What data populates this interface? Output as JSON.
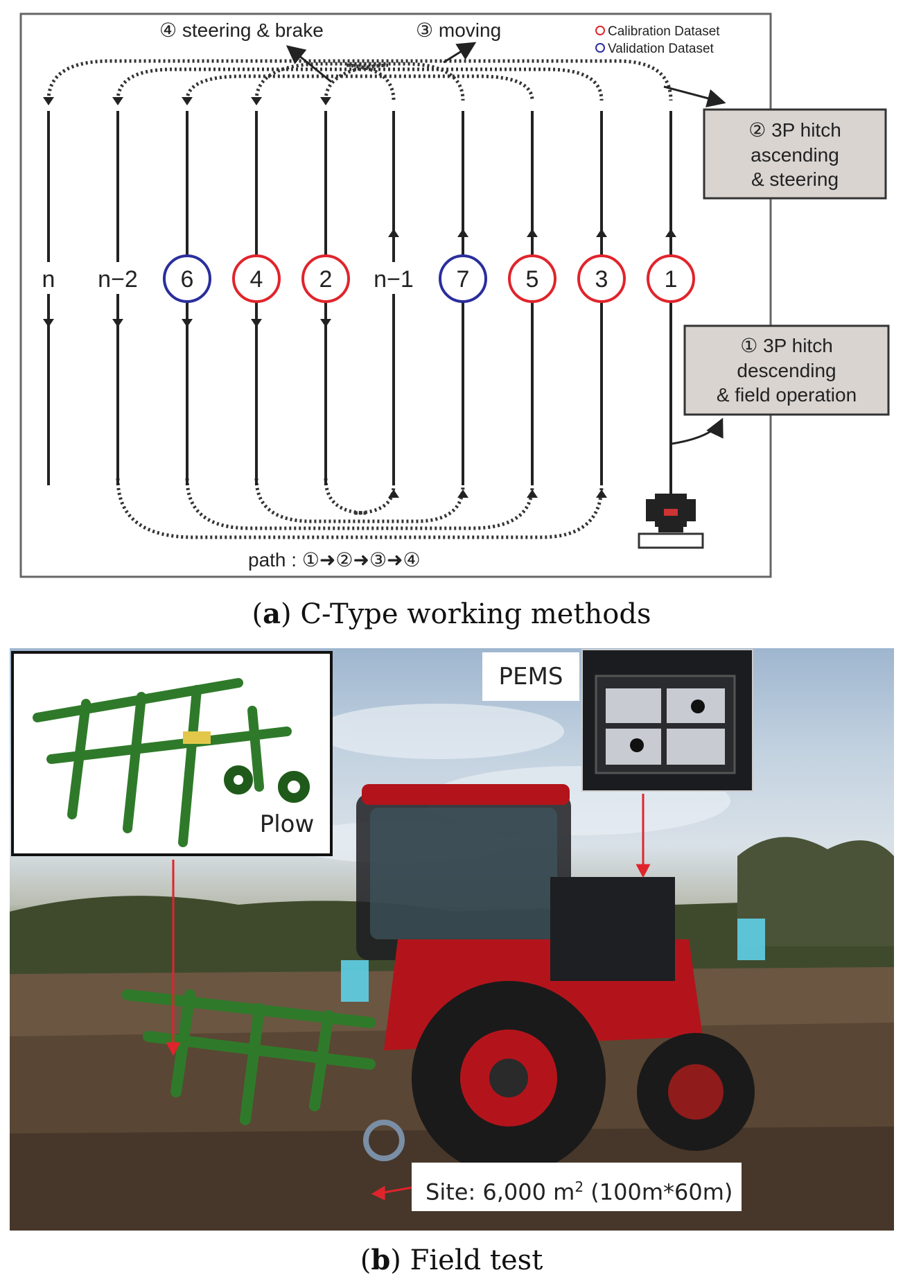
{
  "figure_a": {
    "caption_letter": "a",
    "caption_text": ") C-Type working methods",
    "labels": {
      "steering_brake": "④ steering & brake",
      "moving": "③ moving",
      "legend_calibration": "Calibration Dataset",
      "legend_validation": "Validation Dataset",
      "box_hitch_ascending": [
        "② 3P hitch",
        "ascending",
        "& steering"
      ],
      "box_hitch_descending": [
        "① 3P hitch",
        "descending",
        "& field operation"
      ],
      "path": "path : ①➜②➜③➜④"
    },
    "lanes": [
      {
        "label": "n",
        "type": "plain"
      },
      {
        "label": "n−2",
        "type": "plain"
      },
      {
        "label": "6",
        "type": "validation"
      },
      {
        "label": "4",
        "type": "calibration"
      },
      {
        "label": "2",
        "type": "calibration"
      },
      {
        "label": "n−1",
        "type": "plain"
      },
      {
        "label": "7",
        "type": "validation"
      },
      {
        "label": "5",
        "type": "calibration"
      },
      {
        "label": "3",
        "type": "calibration"
      },
      {
        "label": "1",
        "type": "calibration"
      }
    ],
    "colors": {
      "calibration": "#e0242c",
      "validation": "#2a2e9c",
      "box_fill": "#d9d4d0"
    }
  },
  "figure_b": {
    "caption_letter": "b",
    "caption_text": ") Field test",
    "labels": {
      "pems": "PEMS",
      "plow": "Plow",
      "site": "Site: 6,000 m",
      "site_sup": "2",
      "site_dims": " (100m*60m)"
    },
    "colors": {
      "arrow": "#e0242c",
      "plow_green": "#2f7a2a",
      "tractor_red": "#b3141b"
    }
  }
}
